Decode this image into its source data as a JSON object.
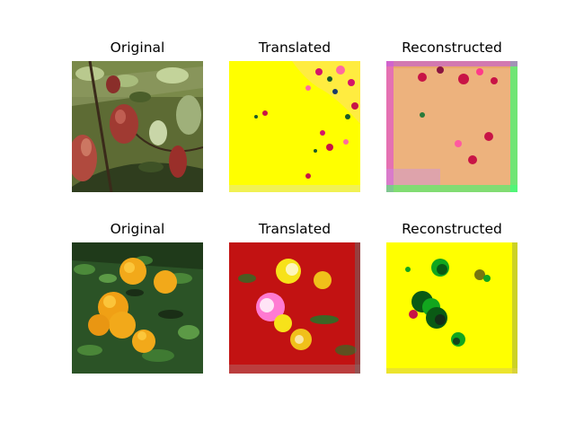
{
  "figure": {
    "panels": [
      {
        "title": "Original",
        "image": "photo of red apples hanging among green leaves on a tree branch",
        "colors": {
          "base": "#6b7a3a",
          "dark": "#3a4a22",
          "fruit": "#a8413a",
          "highlight": "#c9d9a0"
        }
      },
      {
        "title": "Translated",
        "image": "mostly bright yellow image with scattered red, magenta and dark green speckles concentrated at the top-right",
        "colors": {
          "base": "#ffff00",
          "speck1": "#d4146a",
          "speck2": "#1a5a2a",
          "speck3": "#ff6aa0"
        }
      },
      {
        "title": "Reconstructed",
        "image": "pinkish-orange washed image with magenta, green and purple bands at the edges and red speckles at the top",
        "colors": {
          "base": "#e9a86a",
          "edge1": "#ff5ad2",
          "edge2": "#3cff7a",
          "speck": "#c81446"
        }
      },
      {
        "title": "Original",
        "image": "photo of ripe orange citrus fruits among dark green leaves",
        "colors": {
          "base": "#2f5a2a",
          "dark": "#1a2e16",
          "fruit": "#f2a91a",
          "highlight": "#ffd34a"
        }
      },
      {
        "title": "Translated",
        "image": "noisy red image with yellow, pink and white blobs where the fruits were",
        "colors": {
          "base": "#d21414",
          "blob1": "#f7e21a",
          "blob2": "#ff7ad2",
          "blob3": "#1a7a2a"
        }
      },
      {
        "title": "Reconstructed",
        "image": "bright yellow image with dark green and black clusters in the middle-left",
        "colors": {
          "base": "#ffff00",
          "cluster1": "#0a5a14",
          "cluster2": "#12a61e",
          "cluster3": "#1a1a1a"
        }
      }
    ]
  }
}
